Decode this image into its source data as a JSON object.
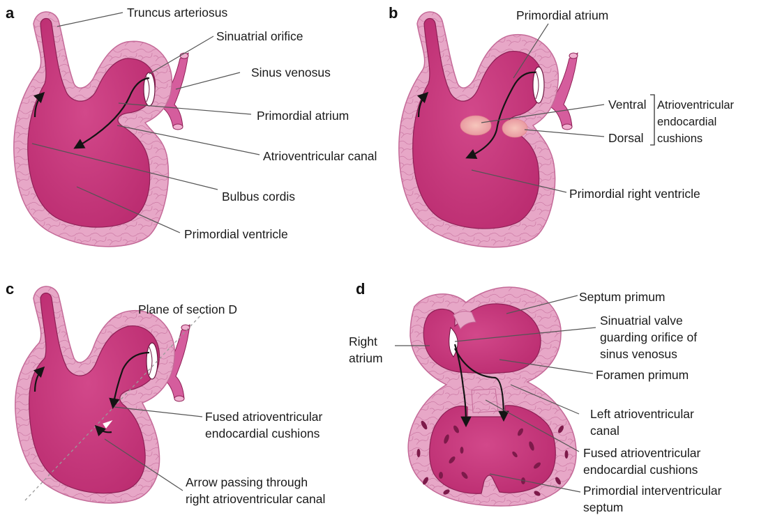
{
  "colors": {
    "wall": "#e7a7c7",
    "wall_texture": "#cc7aa5",
    "cavity": "#c93a7e",
    "cavity_outline": "#8e1f55",
    "vessel": "#d55d9d",
    "cushion": "#efb0a8",
    "text": "#1a1a1a",
    "leader_line": "#555555"
  },
  "panels": {
    "a": {
      "letter": "a",
      "labels": {
        "truncus": "Truncus arteriosus",
        "sinuatrial_orifice": "Sinuatrial orifice",
        "sinus_venosus": "Sinus venosus",
        "primordial_atrium": "Primordial atrium",
        "av_canal": "Atrioventricular canal",
        "bulbus": "Bulbus cordis",
        "primordial_ventricle": "Primordial ventricle"
      }
    },
    "b": {
      "letter": "b",
      "labels": {
        "primordial_atrium": "Primordial atrium",
        "ventral": "Ventral",
        "dorsal": "Dorsal",
        "cushions_1": "Atrioventricular",
        "cushions_2": "endocardial",
        "cushions_3": "cushions",
        "right_ventricle": "Primordial right ventricle"
      }
    },
    "c": {
      "letter": "c",
      "labels": {
        "plane": "Plane of section D",
        "fused_1": "Fused atrioventricular",
        "fused_2": "endocardial cushions",
        "arrow_1": "Arrow passing through",
        "arrow_2": "right atrioventricular canal"
      }
    },
    "d": {
      "letter": "d",
      "labels": {
        "septum_primum": "Septum primum",
        "sinuatrial_1": "Sinuatrial valve",
        "sinuatrial_2": "guarding orifice of",
        "sinuatrial_3": "sinus venosus",
        "right_atrium_1": "Right",
        "right_atrium_2": "atrium",
        "foramen": "Foramen primum",
        "left_av_1": "Left atrioventricular",
        "left_av_2": "canal",
        "fused_1": "Fused atrioventricular",
        "fused_2": "endocardial cushions",
        "interventricular_1": "Primordial interventricular",
        "interventricular_2": "septum"
      }
    }
  }
}
